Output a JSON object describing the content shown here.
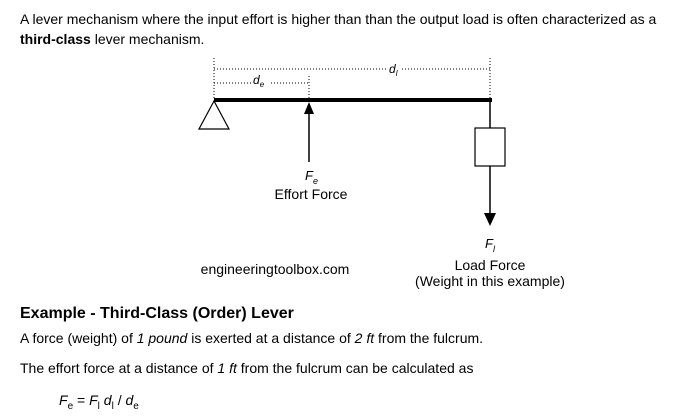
{
  "intro": {
    "line1": "A lever mechanism where the input effort is higher than than the output load is often characterized as a",
    "bold": "third-class",
    "rest": " lever mechanism."
  },
  "diagram": {
    "labels": {
      "de_base": "d",
      "de_sub": "e",
      "dl_base": "d",
      "dl_sub": "l",
      "fe_base": "F",
      "fe_sub": "e",
      "effort": "Effort Force",
      "fl_base": "F",
      "fl_sub": "l",
      "load": "Load Force",
      "load_note": "(Weight in this example)",
      "watermark": "engineeringtoolbox.com"
    },
    "icons": [
      "fulcrum-triangle-icon",
      "effort-arrow-icon",
      "load-weight-box-icon",
      "load-arrow-icon"
    ]
  },
  "example": {
    "heading": "Example - Third-Class (Order) Lever",
    "p1_a": "A force (weight) of ",
    "p1_b": "1 pound",
    "p1_c": " is exerted at a distance of ",
    "p1_d": "2 ft",
    "p1_e": " from the fulcrum.",
    "p2_a": "The effort force at a distance of ",
    "p2_b": "1 ft",
    "p2_c": " from the fulcrum can be calculated as",
    "formula": {
      "lhs": "F",
      "lhs_sub": "e",
      "eq": " = ",
      "f": "F",
      "f_sub": "l",
      "d1": "d",
      "d1_sub": "l",
      "div": " / ",
      "d2": "d",
      "d2_sub": "e"
    }
  }
}
